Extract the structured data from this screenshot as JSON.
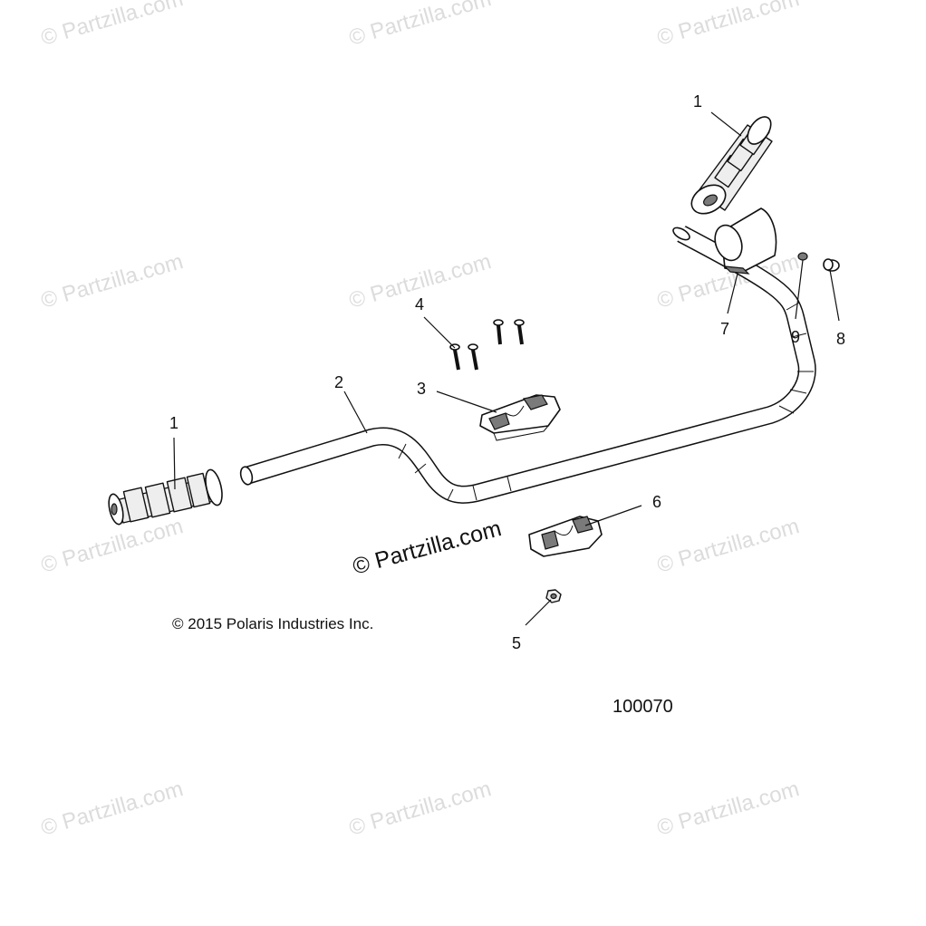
{
  "watermarks": {
    "text": "© Partzilla.com",
    "center_text": "© Partzilla.com"
  },
  "callouts": {
    "grip_right": "1",
    "grip_left": "1",
    "handlebar": "2",
    "upper_clamp": "3",
    "bolts": "4",
    "nut": "5",
    "lower_clamp": "6",
    "switch_housing": "7",
    "plug": "8",
    "screw": "9"
  },
  "copyright": "© 2015 Polaris Industries Inc.",
  "diagram_number": "100070"
}
